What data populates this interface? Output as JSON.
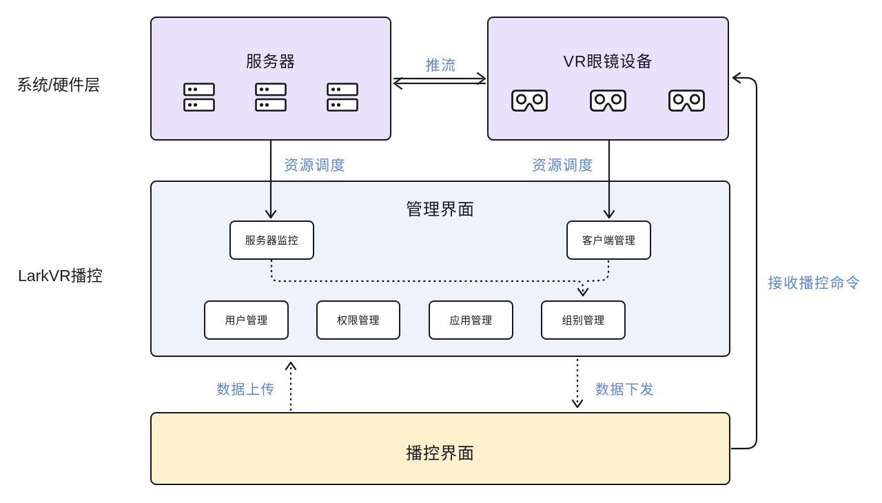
{
  "colors": {
    "hardware_node_fill": "#e9e2fa",
    "management_node_fill": "#edf2fb",
    "playback_node_fill": "#fdf0cd",
    "module_fill": "#ffffff",
    "stroke": "#17171f",
    "edge_label_blue": "#5b86d5",
    "text_dark": "#1c1c24",
    "background": "#ffffff"
  },
  "layers": {
    "hardware_label": "系统/硬件层",
    "larkvr_label": "LarkVR播控"
  },
  "hardware": {
    "server_box": {
      "title": "服务器",
      "icon": "server-rack-icon",
      "icon_count": 3
    },
    "vr_box": {
      "title": "VR眼镜设备",
      "icon": "vr-goggles-icon",
      "icon_count": 3
    }
  },
  "management": {
    "title": "管理界面",
    "monitor_modules": [
      {
        "label": "服务器监控"
      },
      {
        "label": "客户端管理"
      }
    ],
    "admin_modules": [
      {
        "label": "用户管理"
      },
      {
        "label": "权限管理"
      },
      {
        "label": "应用管理"
      },
      {
        "label": "组别管理"
      }
    ]
  },
  "playback": {
    "title": "播控界面"
  },
  "edges": {
    "push_stream": "推流",
    "resource_scheduling_left": "资源调度",
    "resource_scheduling_right": "资源调度",
    "data_upload": "数据上传",
    "data_dispatch": "数据下发",
    "receive_playback_command": "接收播控命令"
  }
}
